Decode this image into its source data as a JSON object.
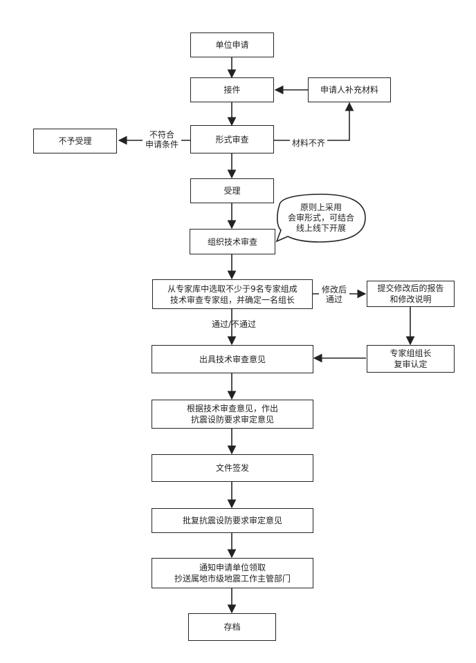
{
  "nodes": {
    "n1": "单位申请",
    "n2": "接件",
    "n3": "申请人补充材料",
    "n4": "形式审查",
    "n5": "不予受理",
    "n6": "受理",
    "n7": "组织技术审查",
    "n8": "从专家库中选取不少于9名专家组成\n技术审查专家组，并确定一名组长",
    "n9": "提交修改后的报告\n和修改说明",
    "n10": "专家组组长\n复审认定",
    "n11": "出具技术审查意见",
    "n12": "根据技术审查意见，作出\n抗震设防要求审定意见",
    "n13": "文件签发",
    "n14": "批复抗震设防要求审定意见",
    "n15": "通知申请单位领取\n抄送属地市级地震工作主管部门",
    "n16": "存档"
  },
  "labels": {
    "not_qualified": "不符合\n申请条件",
    "missing_material": "材料不齐",
    "revise_pass": "修改后\n通过",
    "pass_fail": "通过/不通过"
  },
  "callout": {
    "text": "原则上采用\n会审形式，可结合\n线上线下开展"
  }
}
